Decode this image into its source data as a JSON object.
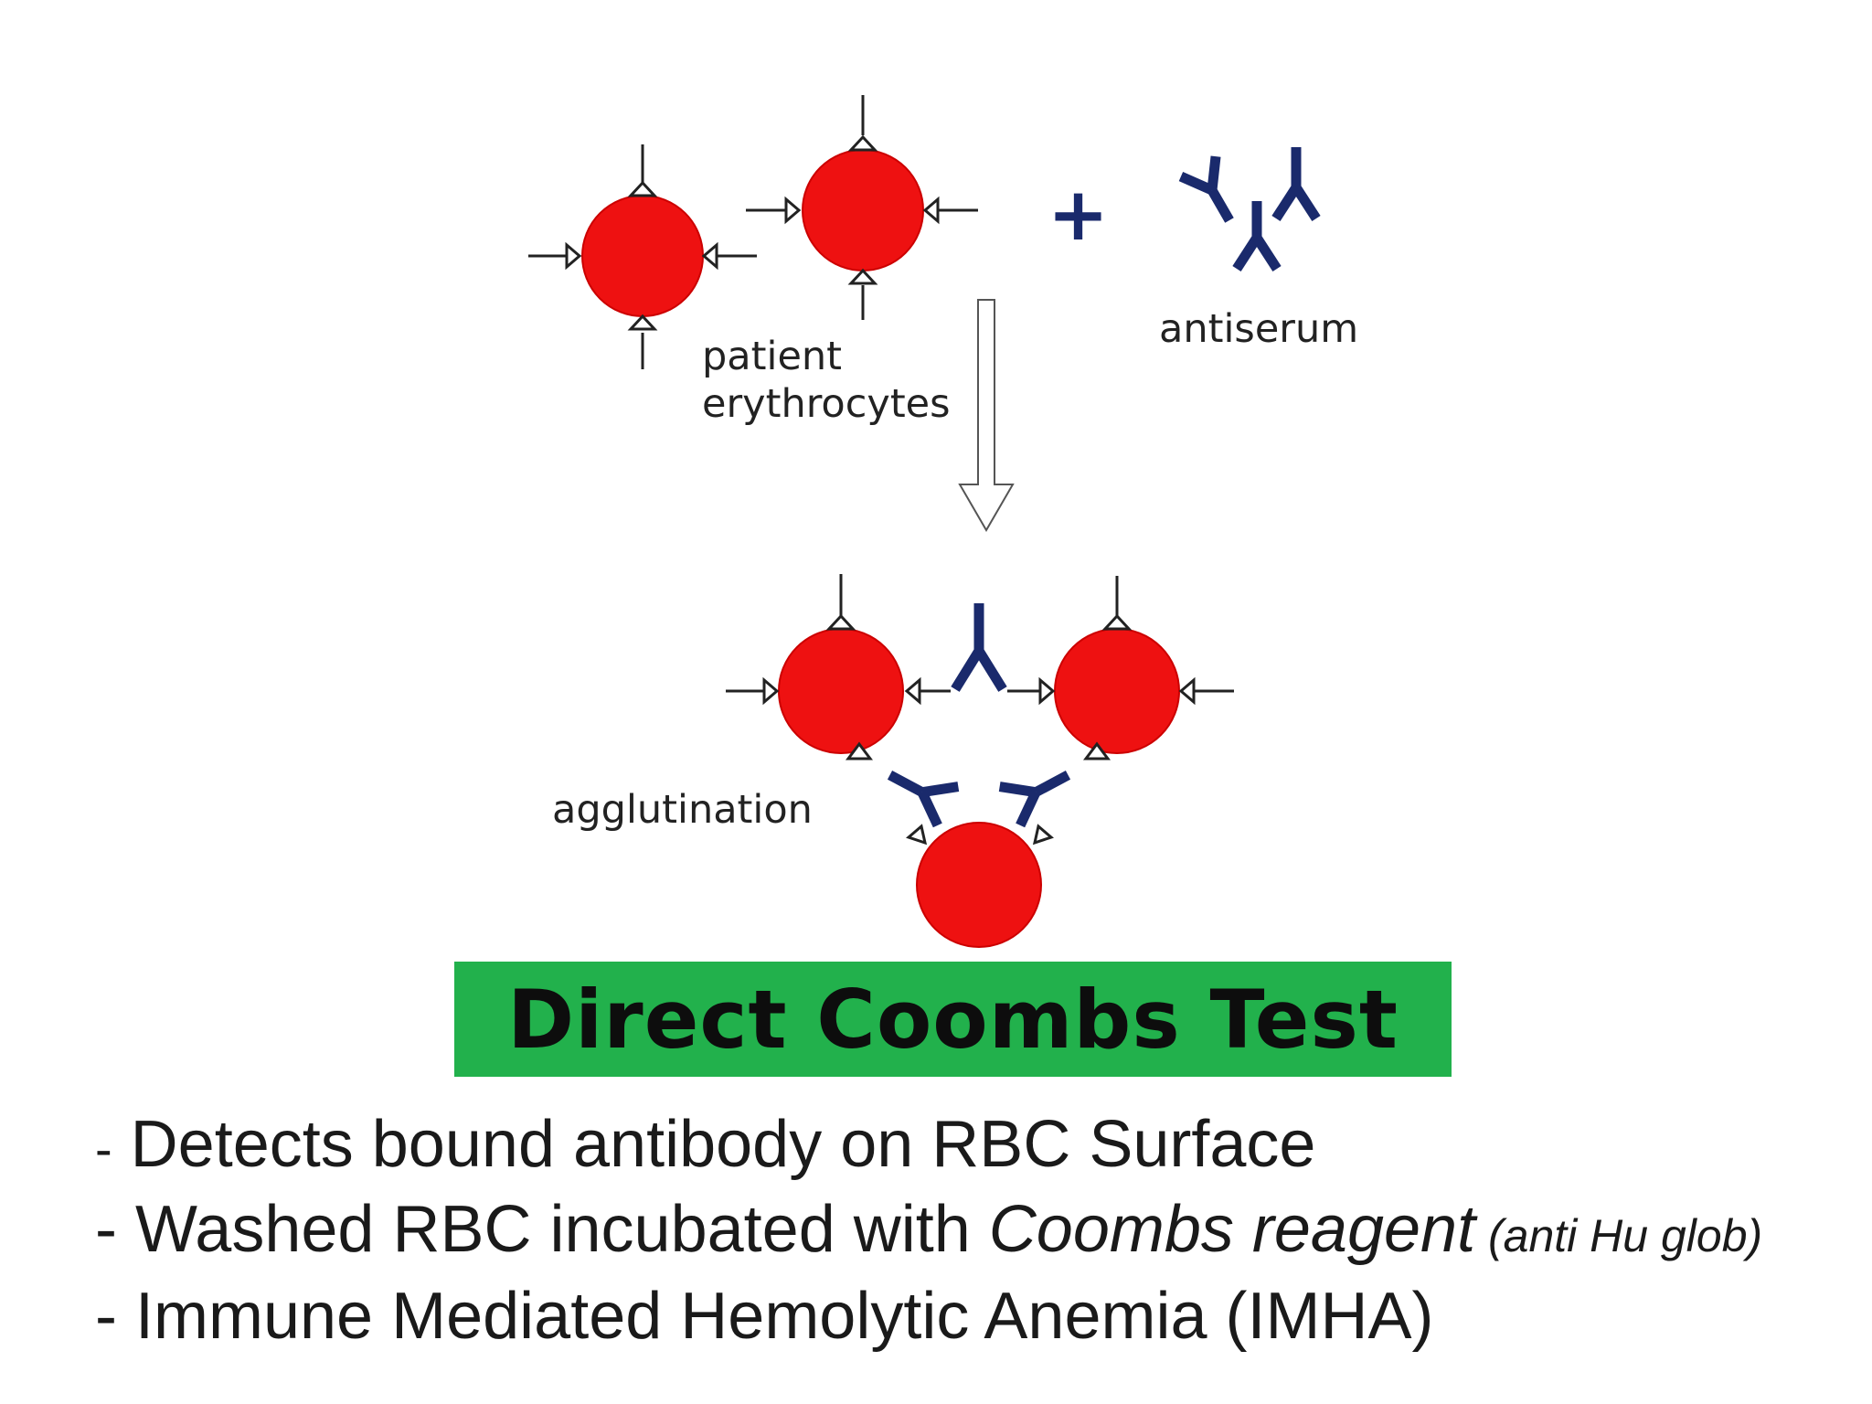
{
  "diagram": {
    "label_patient": "patient",
    "label_erythrocytes": "erythrocytes",
    "label_antiserum": "antiserum",
    "label_agglutination": "agglutination",
    "plus_symbol": "+"
  },
  "title": "Direct Coombs Test",
  "bullets": [
    {
      "dash": "-",
      "text": "Detects bound antibody on RBC Surface"
    },
    {
      "dash": "-",
      "text": "Washed RBC incubated with ",
      "italic": "Coombs reagent",
      "small": " (anti Hu glob)"
    },
    {
      "dash": "-",
      "text": "Immune Mediated Hemolytic Anemia (IMHA)"
    }
  ],
  "colors": {
    "cell": "#ee1111",
    "antibody": "#1a2a6c",
    "banner": "#22b14c"
  }
}
